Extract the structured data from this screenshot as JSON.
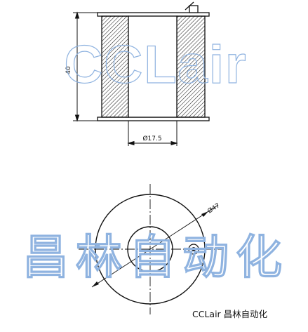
{
  "dimensions": {
    "height_label": "40",
    "bore_label": "Ø17.5",
    "outer_label": "Ø47"
  },
  "watermark": {
    "latin": "CCLair",
    "cjk": "昌林自动化"
  },
  "caption": "CCLair 昌林自动化",
  "colors": {
    "line": "#111111",
    "watermark": "#8fb3e0"
  }
}
